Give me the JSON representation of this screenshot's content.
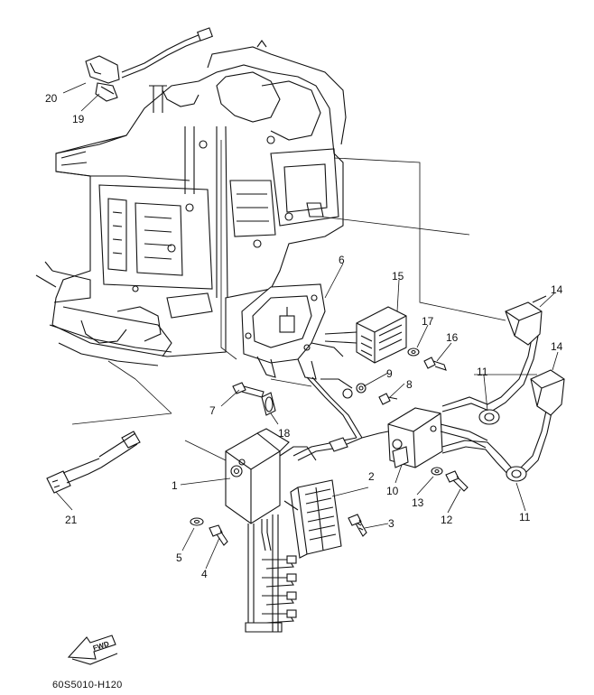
{
  "diagram_code": "60S5010-H120",
  "fwd_label": "FWD",
  "callouts": {
    "c1": "1",
    "c2": "2",
    "c3": "3",
    "c4": "4",
    "c5": "5",
    "c6": "6",
    "c7": "7",
    "c8": "8",
    "c9": "9",
    "c10": "10",
    "c11a": "11",
    "c11b": "11",
    "c12": "12",
    "c13": "13",
    "c14a": "14",
    "c14b": "14",
    "c15": "15",
    "c16": "16",
    "c17": "17",
    "c18": "18",
    "c19": "19",
    "c20": "20",
    "c21": "21"
  }
}
